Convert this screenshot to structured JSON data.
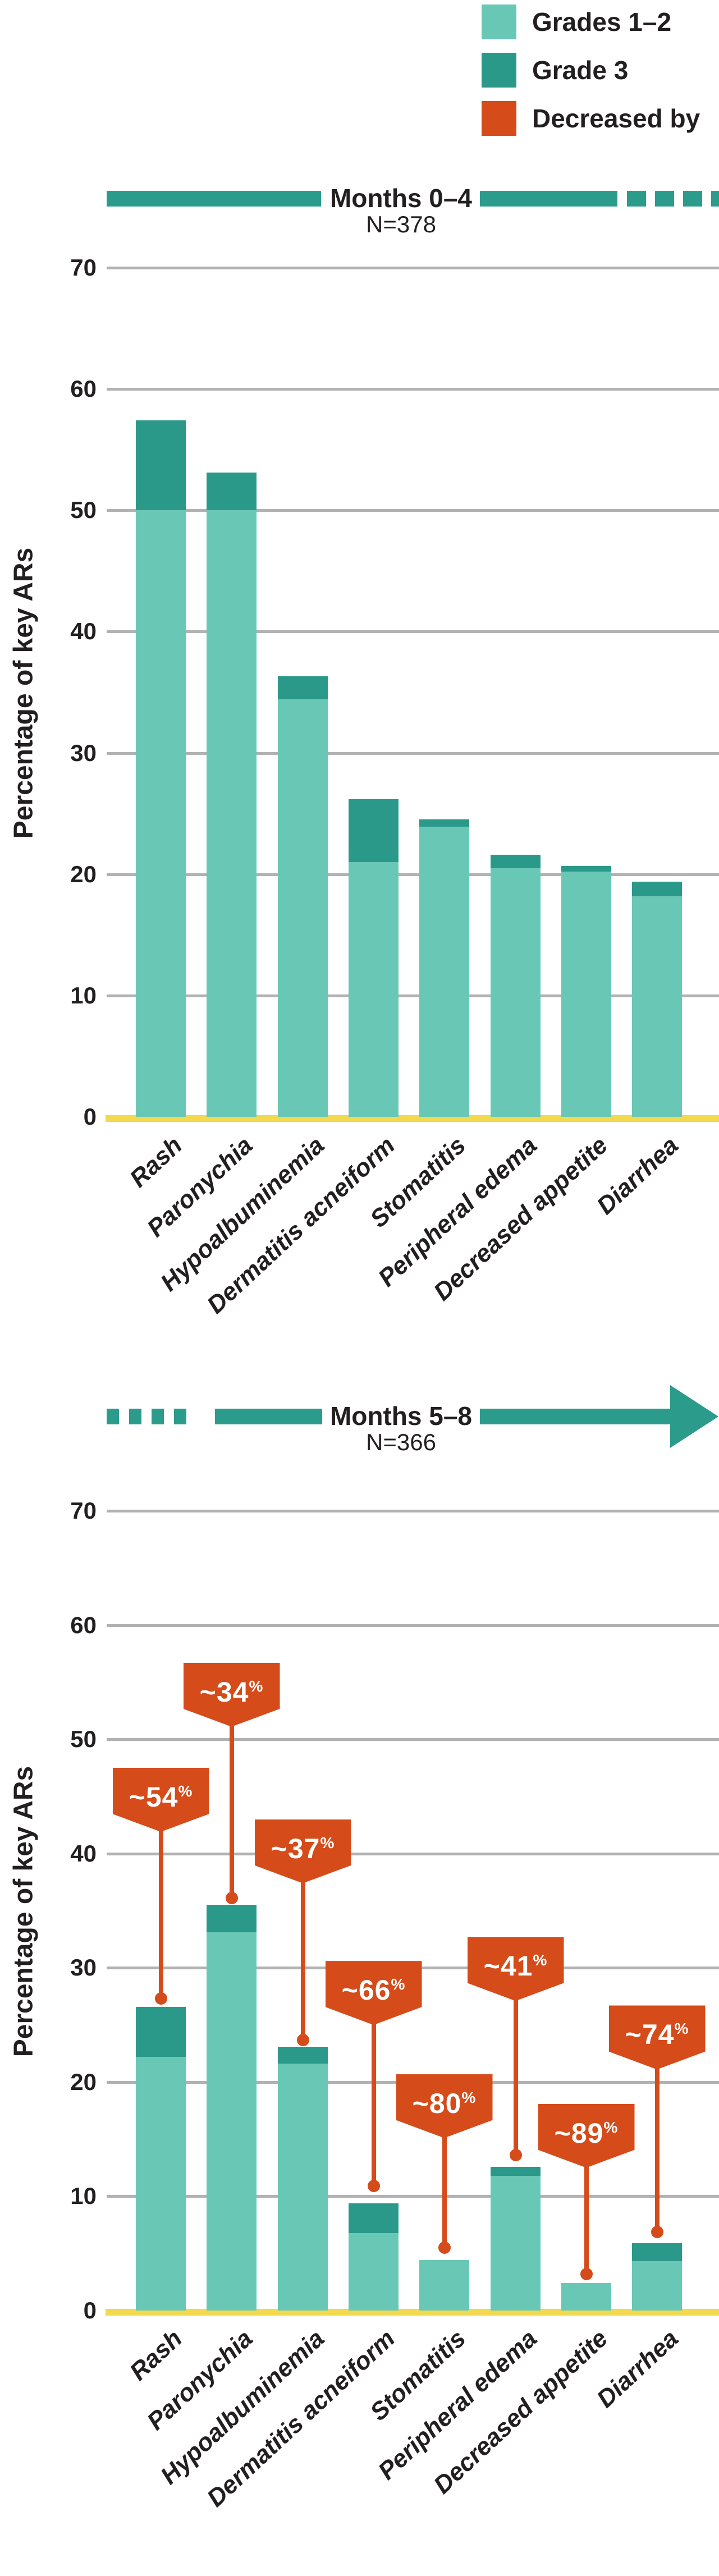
{
  "legend": {
    "items": [
      {
        "label": "Grades 1–2",
        "color": "#69C8B5"
      },
      {
        "label": "Grade 3",
        "color": "#2A998A"
      },
      {
        "label": "Decreased by",
        "color": "#D54B1A"
      }
    ]
  },
  "y_axis_title": "Percentage of key ARs",
  "sections": [
    {
      "period": "Months 0–4",
      "n_label": "N=378"
    },
    {
      "period": "Months 5–8",
      "n_label": "N=366"
    }
  ],
  "colors": {
    "grades12": "#69C8B5",
    "grade3": "#2A998A",
    "decrease": "#D54B1A",
    "baseline": "#F2D94E",
    "gridline": "#B2B2B2",
    "timeline": "#2B9C8C"
  },
  "chart_data": [
    {
      "type": "bar",
      "stacked": true,
      "title": "Months 0–4",
      "subtitle": "N=378",
      "ylabel": "Percentage of key ARs",
      "ylim": [
        0,
        70
      ],
      "ytick_step": 10,
      "grid": true,
      "legend_position": "top-right",
      "categories": [
        "Rash",
        "Paronychia",
        "Hypoalbuminemia",
        "Dermatitis acneiform",
        "Stomatitis",
        "Peripheral edema",
        "Decreased appetite",
        "Diarrhea"
      ],
      "series": [
        {
          "name": "Grades 1–2",
          "values": [
            50.0,
            50.0,
            34.4,
            21.0,
            23.9,
            20.5,
            20.2,
            18.2
          ]
        },
        {
          "name": "Grade 3",
          "values": [
            7.4,
            3.1,
            1.9,
            5.2,
            0.6,
            1.1,
            0.5,
            1.2
          ]
        }
      ]
    },
    {
      "type": "bar",
      "stacked": true,
      "title": "Months 5–8",
      "subtitle": "N=366",
      "ylabel": "Percentage of key ARs",
      "ylim": [
        0,
        70
      ],
      "ytick_step": 10,
      "grid": true,
      "categories": [
        "Rash",
        "Paronychia",
        "Hypoalbuminemia",
        "Dermatitis acneiform",
        "Stomatitis",
        "Peripheral edema",
        "Decreased appetite",
        "Diarrhea"
      ],
      "series": [
        {
          "name": "Grades 1–2",
          "values": [
            22.2,
            33.1,
            21.6,
            6.8,
            4.4,
            11.8,
            2.4,
            4.3
          ]
        },
        {
          "name": "Grade 3",
          "values": [
            4.4,
            2.4,
            1.5,
            2.6,
            0,
            0.8,
            0,
            1.6
          ]
        }
      ],
      "annotations": [
        {
          "text": "~54",
          "sup": "%",
          "tip": 41.9,
          "dot": 27.3
        },
        {
          "text": "~34",
          "sup": "%",
          "tip": 51.1,
          "dot": 36.1
        },
        {
          "text": "~37",
          "sup": "%",
          "tip": 37.4,
          "dot": 23.7
        },
        {
          "text": "~66",
          "sup": "%",
          "tip": 25.0,
          "dot": 10.9
        },
        {
          "text": "~80",
          "sup": "%",
          "tip": 15.1,
          "dot": 5.5
        },
        {
          "text": "~41",
          "sup": "%",
          "tip": 27.1,
          "dot": 13.6
        },
        {
          "text": "~89",
          "sup": "%",
          "tip": 12.5,
          "dot": 3.2
        },
        {
          "text": "~74",
          "sup": "%",
          "tip": 21.1,
          "dot": 6.9
        }
      ]
    }
  ]
}
